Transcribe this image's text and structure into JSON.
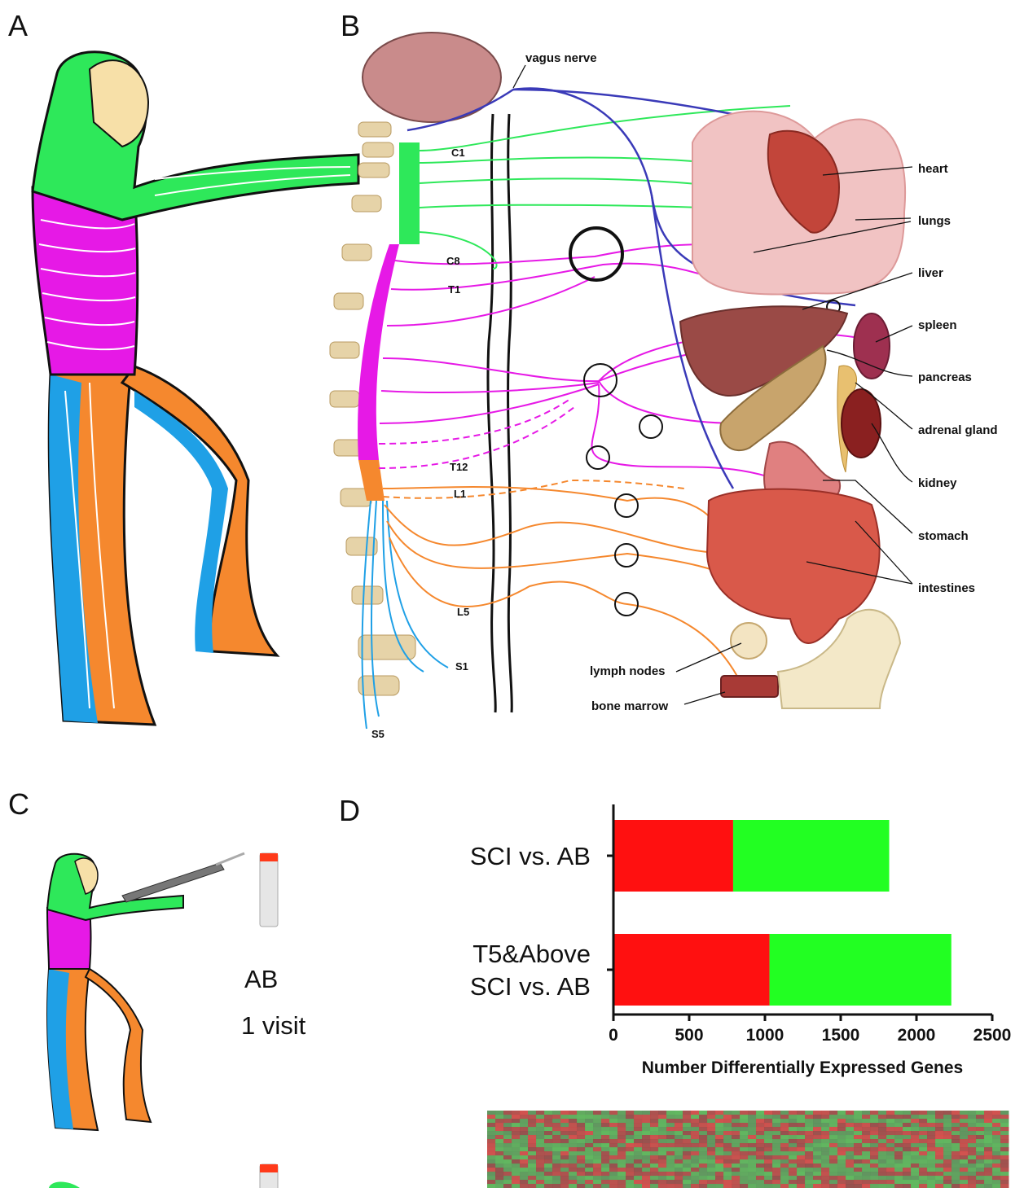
{
  "panels": {
    "a": "A",
    "b": "B",
    "c": "C",
    "d": "D"
  },
  "organ_labels": [
    "heart",
    "lungs",
    "liver",
    "spleen",
    "pancreas",
    "adrenal gland",
    "kidney",
    "stomach",
    "intestines"
  ],
  "misc_labels": {
    "vagus": "vagus nerve",
    "lymph": "lymph nodes",
    "marrow": "bone marrow"
  },
  "segments": {
    "c1": "C1",
    "c8": "C8",
    "t1": "T1",
    "t12": "T12",
    "l1": "L1",
    "l5": "L5",
    "s1": "S1",
    "s5": "S5"
  },
  "panel_c": {
    "group": "AB",
    "visits": "1 visit"
  },
  "colors": {
    "cervical": "#2ee85a",
    "thoracic": "#e619e6",
    "lumbar": "#f5882e",
    "sacral": "#1fa0e6",
    "vagus": "#3a3ab8",
    "up": "#ff1010",
    "down": "#22ff22"
  },
  "chart_data": {
    "type": "bar",
    "orientation": "horizontal",
    "stacked": true,
    "categories": [
      "SCI vs. AB",
      "T5&Above SCI vs. AB"
    ],
    "category_lines": [
      [
        "SCI vs. AB"
      ],
      [
        "T5&Above",
        "SCI vs. AB"
      ]
    ],
    "series": [
      {
        "color": "#ff1010",
        "values": [
          790,
          1030
        ]
      },
      {
        "color": "#22ff22",
        "values": [
          1030,
          1200
        ]
      }
    ],
    "xlabel": "Number Differentially Expressed Genes",
    "xlim": [
      0,
      2500
    ],
    "xticks": [
      0,
      500,
      1000,
      1500,
      2000,
      2500
    ],
    "grid": false
  }
}
